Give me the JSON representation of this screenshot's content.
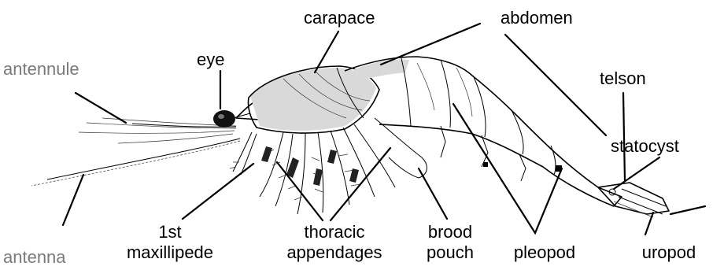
{
  "labels": {
    "carapace": "carapace",
    "abdomen": "abdomen",
    "eye": "eye",
    "antennule": "antennule",
    "telson": "telson",
    "statocyst": "statocyst",
    "antenna": "antenna",
    "maxillipede_line1": "1st",
    "maxillipede_line2": "maxillipede",
    "thoracic_line1": "thoracic",
    "thoracic_line2": "appendages",
    "brood_line1": "brood",
    "brood_line2": "pouch",
    "pleopod": "pleopod",
    "uropod": "uropod"
  }
}
